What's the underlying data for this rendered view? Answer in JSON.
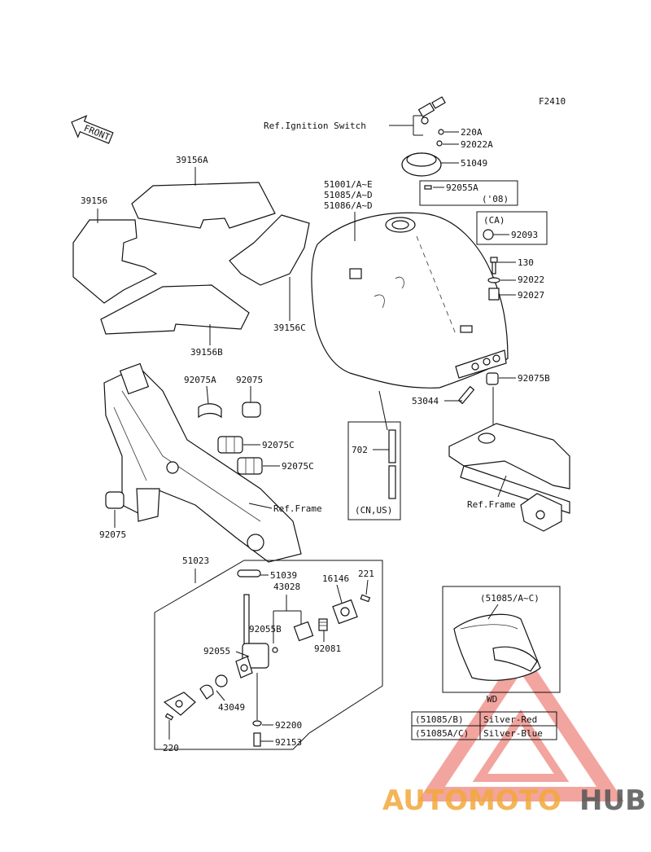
{
  "figure_id": "F2410",
  "front_label": "FRONT",
  "labels": {
    "ref_ignition": "Ref.Ignition Switch",
    "p220A": "220A",
    "p92022A": "92022A",
    "p51049": "51049",
    "p92055A": "92055A",
    "y08": "('08)",
    "ca": "(CA)",
    "p92093": "92093",
    "p130": "130",
    "p92022": "92022",
    "p92027": "92027",
    "p92075B": "92075B",
    "p53044": "53044",
    "tank1": "51001/A~E",
    "tank2": "51085/A~D",
    "tank3": "51086/A~D",
    "p39156A": "39156A",
    "p39156": "39156",
    "p39156C": "39156C",
    "p39156B": "39156B",
    "p92075A": "92075A",
    "p92075_top": "92075",
    "p92075C_1": "92075C",
    "p92075C_2": "92075C",
    "ref_frame_1": "Ref.Frame",
    "ref_frame_2": "Ref.Frame",
    "p92075_left": "92075",
    "p702": "702",
    "cn_us": "(CN,US)",
    "p51023": "51023",
    "p51039": "51039",
    "p43028": "43028",
    "p16146": "16146",
    "p221": "221",
    "p92055B": "92055B",
    "p92081": "92081",
    "p92055": "92055",
    "p43049": "43049",
    "p92200": "92200",
    "p92153": "92153",
    "p220": "220",
    "inset_title": "(51085/A~C)",
    "wd": "WD"
  },
  "color_table": {
    "rows": [
      {
        "part": "(51085/B)",
        "color": "Silver-Red"
      },
      {
        "part": "(51085A/C)",
        "color": "Silver-Blue"
      }
    ]
  },
  "watermark": {
    "text_colored": "AUTOMOTO",
    "text_dark": "HUB",
    "accent_color": "#f2a93b",
    "triangle_color": "#e85a4f"
  }
}
